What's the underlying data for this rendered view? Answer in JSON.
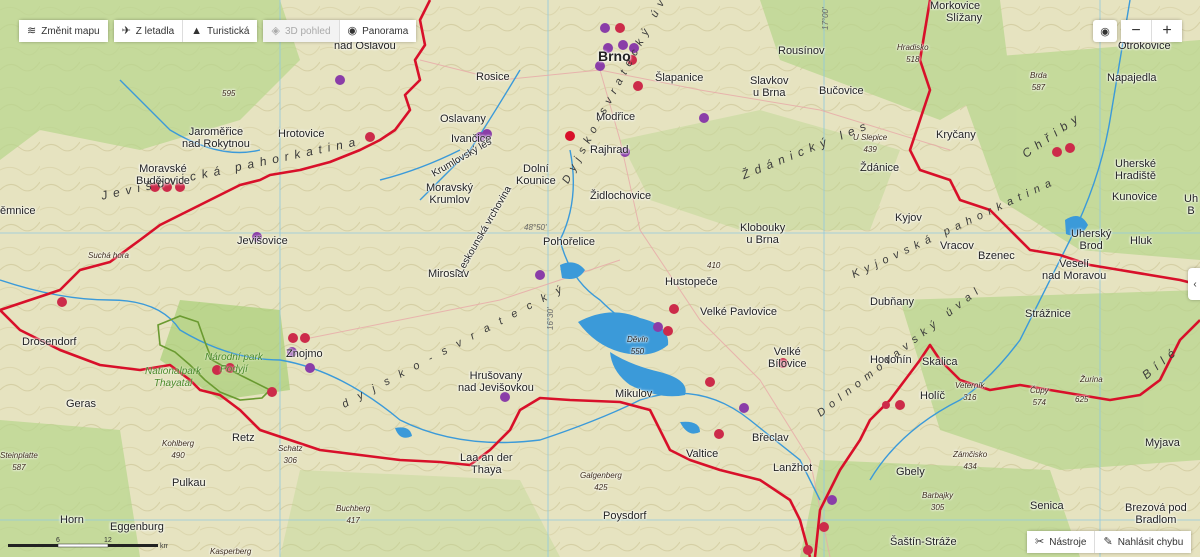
{
  "toolbar": {
    "change_map": "Změnit mapu",
    "aerial": "Z letadla",
    "tourist": "Turistická",
    "view_3d": "3D pohled",
    "panorama": "Panorama"
  },
  "zoom": {
    "locate": "◉",
    "minus": "−",
    "plus": "+"
  },
  "side_tab": "‹",
  "bottom": {
    "tools": "Nástroje",
    "report": "Nahlásit chybu"
  },
  "scale": {
    "km_label": "km",
    "tick_6": "6",
    "tick_12": "12"
  },
  "colors": {
    "border": "#d8102a",
    "water": "#3b9ad9",
    "forest": "#7cc05a",
    "park_border": "#6a9a30",
    "grid": "#8fc8e0",
    "terrain": "#e7e4c3"
  },
  "places": {
    "brno": "Brno",
    "rousinov": "Rousínov",
    "rosice": "Rosice",
    "slapanice": "Šlapanice",
    "slavkov": "Slavkov\nu Brna",
    "bucovice": "Bučovice",
    "otrokovice": "Otrokovice",
    "napajedla": "Napajedla",
    "slizany": "Slížany",
    "morkovice": "Morkovice",
    "nad_oslavou": "nad Oslavou",
    "oslavany": "Oslavany",
    "ivancice": "Ivančice",
    "modrice": "Modřice",
    "rajhrad": "Rajhrad",
    "zidlochovice": "Židlochovice",
    "dolni_kounice": "Dolní\nKounice",
    "jaromerice": "Jaroměřice\nnad Rokytnou",
    "hrotovice": "Hrotovice",
    "moravske_budejovice": "Moravské\nBudějovice",
    "moravsky_krumlov": "Moravský\nKrumlov",
    "trebic_edge": "ěmnice",
    "jevisovice": "Jevišovice",
    "miroslav": "Miroslav",
    "pohorelice": "Pohořelice",
    "hustopece": "Hustopeče",
    "klobouky": "Klobouky\nu Brna",
    "zdanice": "Ždánice",
    "krycany": "Kryčany",
    "kyjov": "Kyjov",
    "vracov": "Vracov",
    "bzenec": "Bzenec",
    "uherske_hradiste": "Uherské\nHradiště",
    "kunovice": "Kunovice",
    "uhersky_brod": "Uherský\nBrod",
    "hluk": "Hluk",
    "veseli": "Veselí\nnad Moravou",
    "uh_edge": "Uh\nB",
    "velke_pavlovice": "Velké Pavlovice",
    "dubnany": "Dubňany",
    "straznice": "Strážnice",
    "drosendorf": "Drosendorf",
    "znojmo": "Znojmo",
    "hrusovany": "Hrušovany\nnad Jevišovkou",
    "mikulov": "Mikulov",
    "devin": "Děvín\n550",
    "velke_bilovice": "Velké\nBílovice",
    "hodonin": "Hodonín",
    "skalica": "Skalica",
    "holic": "Holíč",
    "geras": "Geras",
    "retz": "Retz",
    "laa": "Laa an der\nThaya",
    "valtice": "Valtice",
    "breclav": "Břeclav",
    "lanzhot": "Lanžhot",
    "gbely": "Gbely",
    "senica": "Senica",
    "myjava": "Myjava",
    "brezova": "Brezová pod\nBradlom",
    "pulkau": "Pulkau",
    "horn": "Horn",
    "eggenburg": "Eggenburg",
    "poysdorf": "Poysdorf",
    "sastin": "Šaštín-Stráže"
  },
  "hills": {
    "h595": "595",
    "hradisko": "Hradisko\n518",
    "brda": "Brda\n587",
    "u_slepice": "U Slepice\n439",
    "sucha_hora": "Suchá hora",
    "h410": "410",
    "veternik": "Veterník\n316",
    "cupy": "Čupy\n574",
    "h625": "625",
    "kohlberg": "Kohlberg\n490",
    "schatz": "Schatz\n306",
    "steinplatte": "Steinplatte\n587",
    "galgenberg": "Galgenberg\n425",
    "buchberg": "Buchberg\n417",
    "zamcisko": "Zámčisko\n434",
    "barbajky": "Barbajky\n305",
    "kasperberg": "Kasperberg",
    "zurina": "Žurina"
  },
  "regions": {
    "jevisovicka": "Jevišovická pahorkatina",
    "zdanicky": "Ždánický les",
    "dyjsko": "Dyjsko-svratecký úval",
    "kyjovska": "Kyjovská pahorkatina",
    "dolnomoravsky": "Dolnomoravský úval",
    "chriby": "Chřiby",
    "bile": "Bílé",
    "krumlovsky": "Krumlovský les",
    "leskounska": "Leskounská vrchovina",
    "dyjsko_tail": "d y j s k o - s v r a t e c k ý"
  },
  "parks": {
    "np_podyji": "Národní park\nPodyjí",
    "np_thayatal": "Nationalpark\nThayatal"
  },
  "grid_labels": {
    "lat": "48°50'",
    "lon1": "16°30'",
    "lon2": "17°00'"
  }
}
